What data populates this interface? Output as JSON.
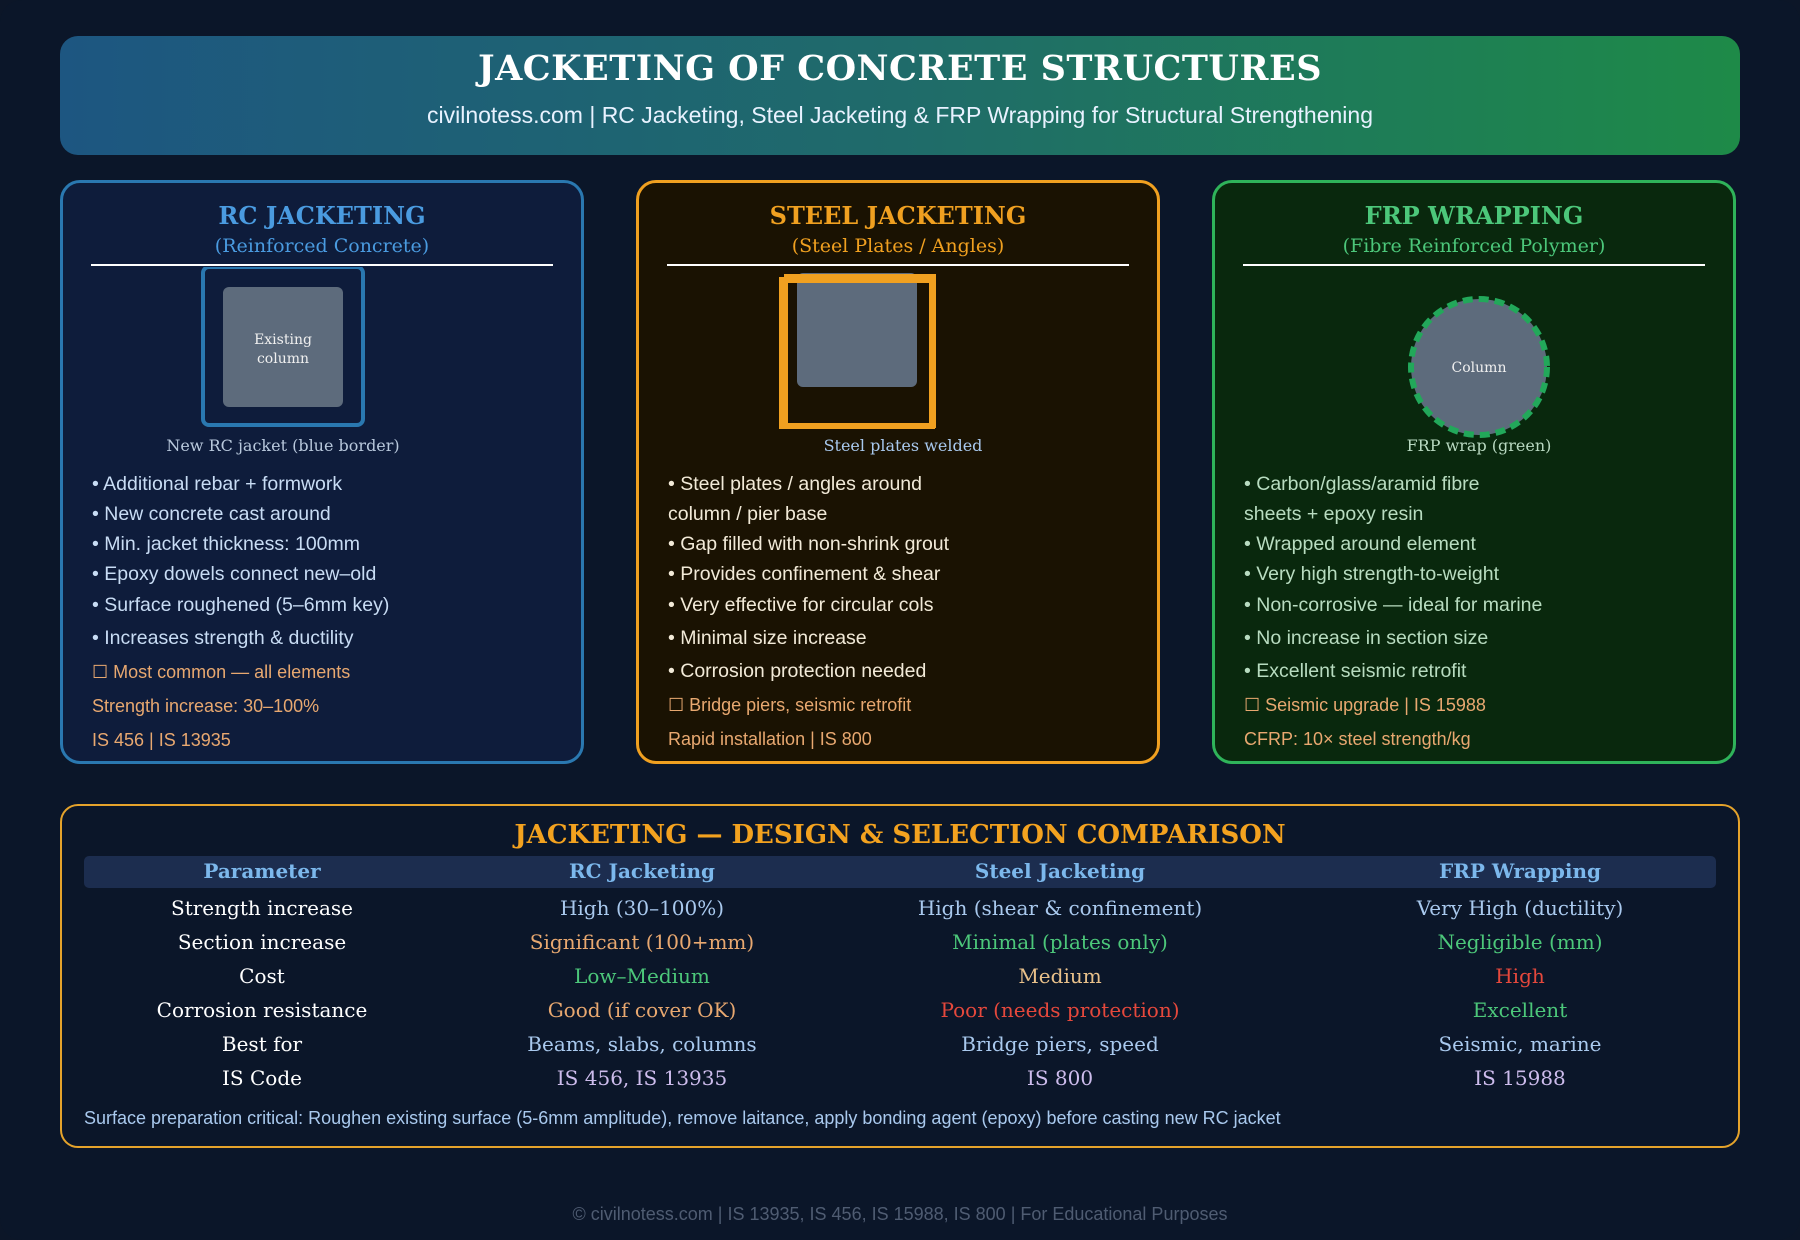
{
  "header": {
    "title": "JACKETING OF CONCRETE STRUCTURES",
    "subtitle": "civilnotess.com | RC Jacketing, Steel Jacketing & FRP Wrapping for Structural Strengthening"
  },
  "colors": {
    "rc": "#3b8fd4",
    "steel": "#f0a020",
    "frp": "#2fb560",
    "note": "#e8a870"
  },
  "cards": [
    {
      "title": "RC JACKETING",
      "subtitle": "(Reinforced Concrete)",
      "diagram_label_inner": [
        "Existing",
        "column"
      ],
      "diagram_caption": "New RC jacket (blue border)",
      "lines": [
        "• Additional rebar + formwork",
        "• New concrete cast around",
        "• Min. jacket thickness: 100mm",
        "• Epoxy dowels connect new–old",
        "• Surface roughened (5–6mm key)",
        "• Increases strength & ductility"
      ],
      "notes": [
        "☐ Most common — all elements",
        "Strength increase: 30–100%",
        "IS 456 | IS 13935"
      ]
    },
    {
      "title": "STEEL JACKETING",
      "subtitle": "(Steel Plates / Angles)",
      "diagram_caption": "Steel plates welded",
      "lines": [
        "• Steel plates / angles around",
        "column / pier base",
        "• Gap filled with non-shrink grout",
        "• Provides confinement & shear",
        "• Very effective for circular cols",
        "• Minimal size increase",
        "• Corrosion protection needed"
      ],
      "notes": [
        "☐ Bridge piers, seismic retrofit",
        "Rapid installation | IS 800"
      ]
    },
    {
      "title": "FRP WRAPPING",
      "subtitle": "(Fibre Reinforced Polymer)",
      "diagram_label_inner": [
        "Column"
      ],
      "diagram_caption": "FRP wrap (green)",
      "lines": [
        "• Carbon/glass/aramid fibre",
        "sheets + epoxy resin",
        "• Wrapped around element",
        "• Very high strength-to-weight",
        "• Non-corrosive — ideal for marine",
        "• No increase in section size",
        "• Excellent seismic retrofit"
      ],
      "notes": [
        "☐ Seismic upgrade | IS 15988",
        "CFRP: 10× steel strength/kg"
      ]
    }
  ],
  "comparison": {
    "title": "JACKETING — DESIGN & SELECTION COMPARISON",
    "headers": [
      "Parameter",
      "RC Jacketing",
      "Steel Jacketing",
      "FRP Wrapping"
    ],
    "rows": [
      {
        "cells": [
          "Strength increase",
          "High (30–100%)",
          "High (shear & confinement)",
          "Very High (ductility)"
        ],
        "colors": [
          "#ffffff",
          "#a9c9ee",
          "#a9c9ee",
          "#a9c9ee"
        ]
      },
      {
        "cells": [
          "Section increase",
          "Significant (100+mm)",
          "Minimal (plates only)",
          "Negligible (mm)"
        ],
        "colors": [
          "#ffffff",
          "#e8a870",
          "#4cc77a",
          "#4cc77a"
        ]
      },
      {
        "cells": [
          "Cost",
          "Low–Medium",
          "Medium",
          "High"
        ],
        "colors": [
          "#ffffff",
          "#4cc77a",
          "#e8c08a",
          "#e5483c"
        ]
      },
      {
        "cells": [
          "Corrosion resistance",
          "Good (if cover OK)",
          "Poor (needs protection)",
          "Excellent"
        ],
        "colors": [
          "#ffffff",
          "#e8a870",
          "#e5483c",
          "#4cc77a"
        ]
      },
      {
        "cells": [
          "Best for",
          "Beams, slabs, columns",
          "Bridge piers, speed",
          "Seismic, marine"
        ],
        "colors": [
          "#ffffff",
          "#a9c9ee",
          "#a9c9ee",
          "#a9c9ee"
        ]
      },
      {
        "cells": [
          "IS Code",
          "IS 456, IS 13935",
          "IS 800",
          "IS 15988"
        ],
        "colors": [
          "#ffffff",
          "#cdbcec",
          "#cdbcec",
          "#cdbcec"
        ]
      }
    ],
    "footnote": "Surface preparation critical: Roughen existing surface (5-6mm amplitude), remove laitance, apply bonding agent (epoxy) before casting new RC jacket"
  },
  "footer": "© civilnotess.com | IS 13935, IS 456, IS 15988, IS 800 | For Educational Purposes"
}
